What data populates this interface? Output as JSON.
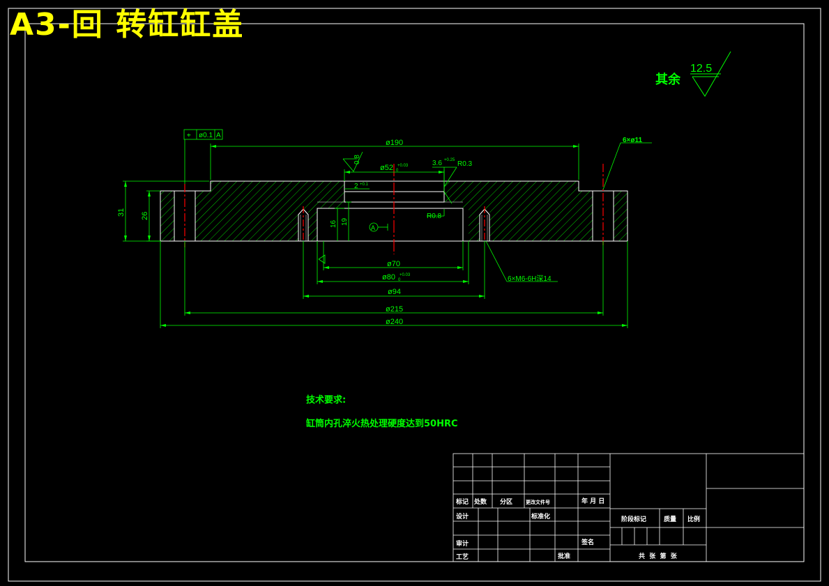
{
  "title": "A3-回 转缸缸盖",
  "roughness": {
    "label": "其余",
    "value": "12.5"
  },
  "dims": {
    "tolerance_frame": [
      "⌖",
      "ø0.1",
      "A"
    ],
    "d190": "ø190",
    "d52": "ø52",
    "d52_tol": "+0.03",
    "d52_tol0": "0",
    "d36": "3.6",
    "d36_tol": "+0.25",
    "r03": "R0.3",
    "d2": "2",
    "d2_tol": "+0.1",
    "r08": "R0.8",
    "h31": "31",
    "h26": "26",
    "h16": "16",
    "h19": "19",
    "d70": "ø70",
    "d80": "ø80",
    "d80_tol": "+0.03",
    "d80_tol0": "0",
    "d94": "ø94",
    "d215": "ø215",
    "d240": "ø240",
    "hole_note": "6×ø11",
    "thread_note": "6×M6-6H深14",
    "datum": "A",
    "rough_small": "0.8"
  },
  "tech": {
    "heading": "技术要求:",
    "line1": "缸筒内孔淬火热处理硬度达到50HRC"
  },
  "titleblock": {
    "mark": "标记",
    "count": "处数",
    "zone": "分区",
    "doc": "更改文件号",
    "date": "年 月 日",
    "design": "设计",
    "standard": "标准化",
    "stage": "阶段标记",
    "weight": "质量",
    "scale": "比例",
    "review": "审计",
    "sign": "签名",
    "process": "工艺",
    "approve": "批准",
    "sheets": "共  张  第  张"
  },
  "colors": {
    "green": "#00ff00",
    "white": "#ffffff",
    "yellow": "#ffff00",
    "red": "#ff0000"
  }
}
